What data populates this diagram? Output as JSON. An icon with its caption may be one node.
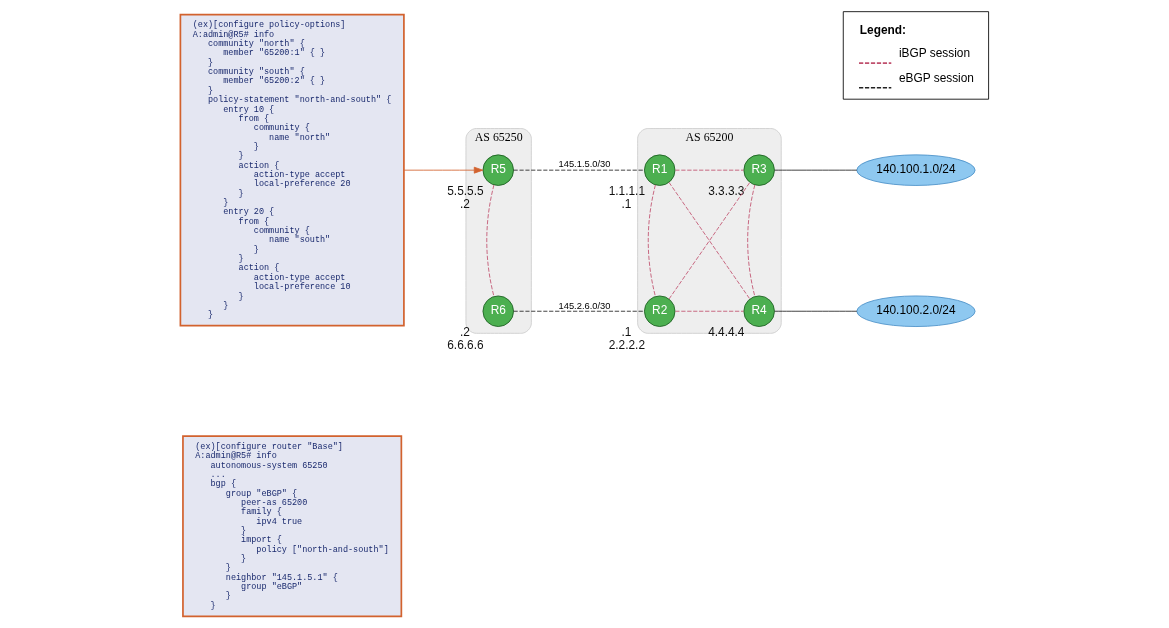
{
  "diagram": {
    "nodes": [
      {
        "text": [
          "(ex)[configure policy-options]",
          "A:admin@R5# info",
          "community \"north\" {",
          "member \"65200:1\" { }",
          "}",
          "community \"south\" {",
          "member \"65200:2\" { }",
          "}",
          "policy-statement \"north-and-south\" {",
          "entry 10 {",
          "from {",
          "community {",
          "name \"north\"",
          "}",
          "}",
          "action {",
          "action-type accept",
          "local-preference 20",
          "}",
          "}",
          "entry 20 {",
          "from {",
          "community {",
          "name \"south\"",
          "}",
          "}",
          "action {",
          "action-type accept",
          "local-preference 10",
          "}",
          "}",
          "}"
        ]
      },
      {
        "text": [
          "(ex)[configure router \"Base\"]",
          "A:admin@R5# info",
          "autonomous-system 65250",
          "...",
          "bgp {",
          "group \"eBGP\" {",
          "peer-as 65200",
          "family {",
          "ipv4 true",
          "}",
          "import {",
          "policy [\"north-and-south\"]",
          "}",
          "}",
          "neighbor \"145.1.5.1\" {",
          "group \"eBGP\"",
          "}",
          "}"
        ]
      },
      {
        "text": [
          "AS 65250"
        ]
      },
      {
        "text": [
          "AS 65200"
        ]
      },
      {
        "text": [
          "R5"
        ],
        "in": 2,
        "beside": [
          "5.5.5.5",
          ".2"
        ]
      },
      {
        "text": [
          "R1"
        ],
        "in": 3,
        "beside": [
          "1.1.1.1",
          ".1"
        ]
      },
      {
        "text": [
          "R3"
        ],
        "in": 3,
        "beside": [
          "3.3.3.3"
        ]
      },
      {
        "text": [
          "R6"
        ],
        "in": 2,
        "beside": [
          ".2",
          "6.6.6.6"
        ]
      },
      {
        "text": [
          "R2"
        ],
        "in": 3,
        "beside": [
          ".1",
          "2.2.2.2"
        ]
      },
      {
        "text": [
          "R4"
        ],
        "in": 3,
        "beside": [
          "4.4.4.4"
        ]
      },
      {
        "text": [
          "140.100.1.0/24"
        ]
      },
      {
        "text": [
          "140.100.2.0/24"
        ]
      }
    ],
    "edges": [
      {
        "from": 0,
        "to": 4,
        "arrow": "to",
        "color": "#d2622e"
      },
      {
        "from": 4,
        "to": 5,
        "arrow": "none",
        "label": "145.1.5.0/30",
        "style": "dashed",
        "color": "#222222"
      },
      {
        "from": 5,
        "to": 6,
        "arrow": "none",
        "style": "dashed",
        "color": "#c0506e"
      },
      {
        "from": 4,
        "to": 7,
        "arrow": "none",
        "style": "dashed",
        "color": "#c0506e"
      },
      {
        "from": 5,
        "to": 8,
        "arrow": "none",
        "style": "dashed",
        "color": "#c0506e"
      },
      {
        "from": 5,
        "to": 9,
        "arrow": "none",
        "style": "dashed",
        "color": "#c0506e"
      },
      {
        "from": 8,
        "to": 6,
        "arrow": "none",
        "style": "dashed",
        "color": "#c0506e"
      },
      {
        "from": 6,
        "to": 9,
        "arrow": "none",
        "style": "dashed",
        "color": "#c0506e"
      },
      {
        "from": 7,
        "to": 8,
        "arrow": "none",
        "label": "145.2.6.0/30",
        "style": "dashed",
        "color": "#222222"
      },
      {
        "from": 8,
        "to": 9,
        "arrow": "none",
        "style": "dashed",
        "color": "#c0506e"
      },
      {
        "from": 6,
        "to": 10,
        "arrow": "none",
        "color": "#222222"
      },
      {
        "from": 9,
        "to": 11,
        "arrow": "none",
        "color": "#222222"
      }
    ],
    "labels": [
      "Legend:"
    ],
    "legend": [
      {
        "text": "iBGP session"
      },
      {
        "text": "eBGP session"
      }
    ]
  }
}
